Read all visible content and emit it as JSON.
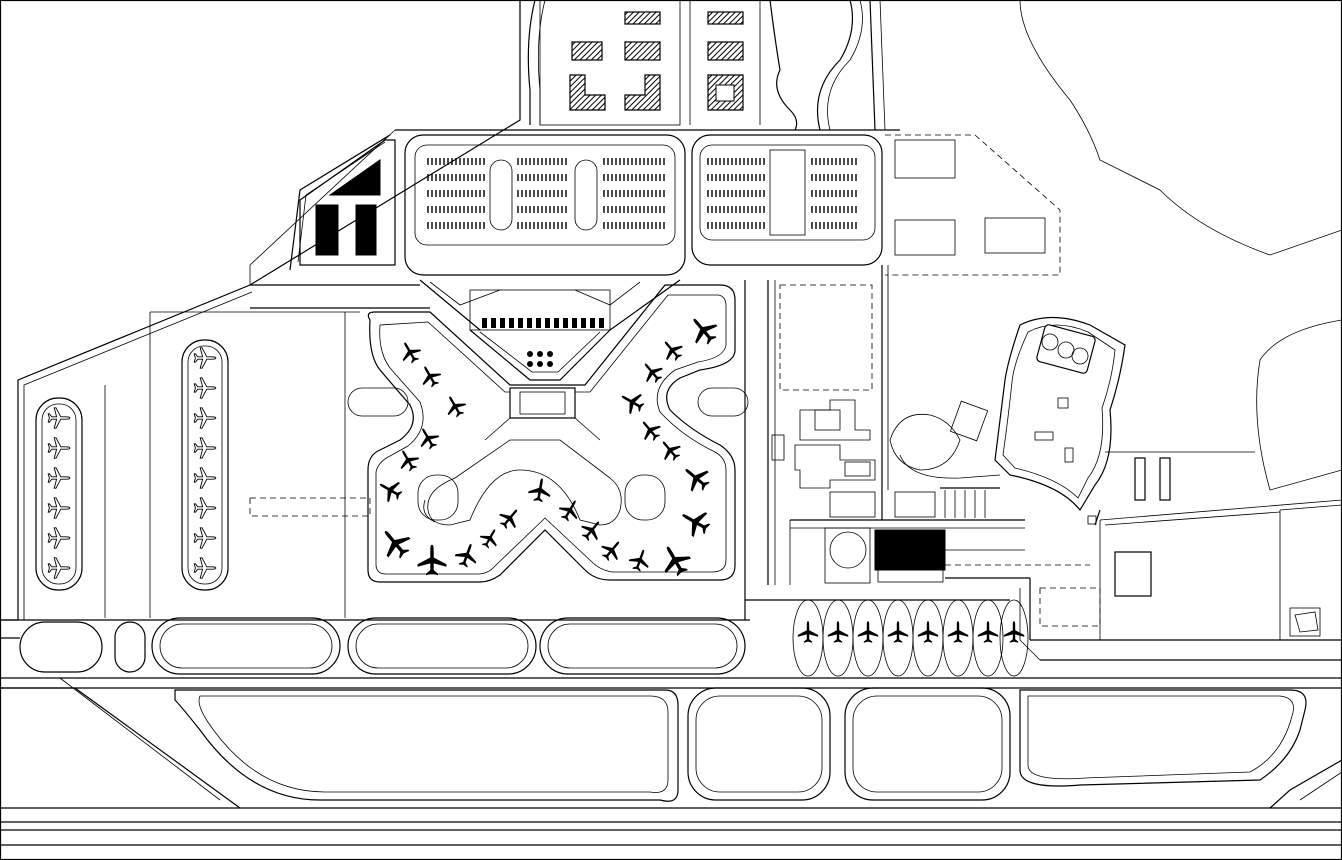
{
  "drawing": {
    "type": "airport master plan site layout",
    "style": "black line drawing on white background",
    "stroke_color": "#000000",
    "background_color": "#ffffff"
  },
  "legend_icons": {
    "aircraft": "airplane-icon",
    "building": "hatched-building-block"
  }
}
